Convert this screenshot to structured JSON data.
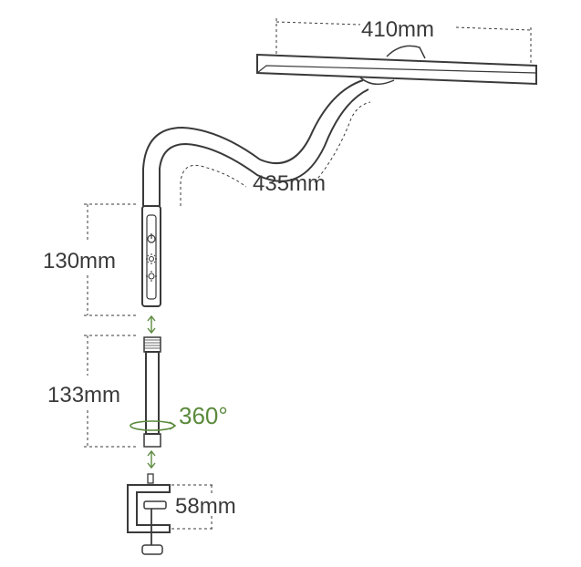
{
  "dimensions": {
    "head_width": "410mm",
    "gooseneck_length": "435mm",
    "control_segment": "130mm",
    "pole_length": "133mm",
    "clamp_opening": "58mm"
  },
  "rotation": {
    "label": "360°"
  },
  "colors": {
    "line": "#3a3a3a",
    "accent": "#5a8a3c"
  },
  "icons": [
    "power-icon",
    "brightness-icon",
    "color-temperature-icon"
  ]
}
